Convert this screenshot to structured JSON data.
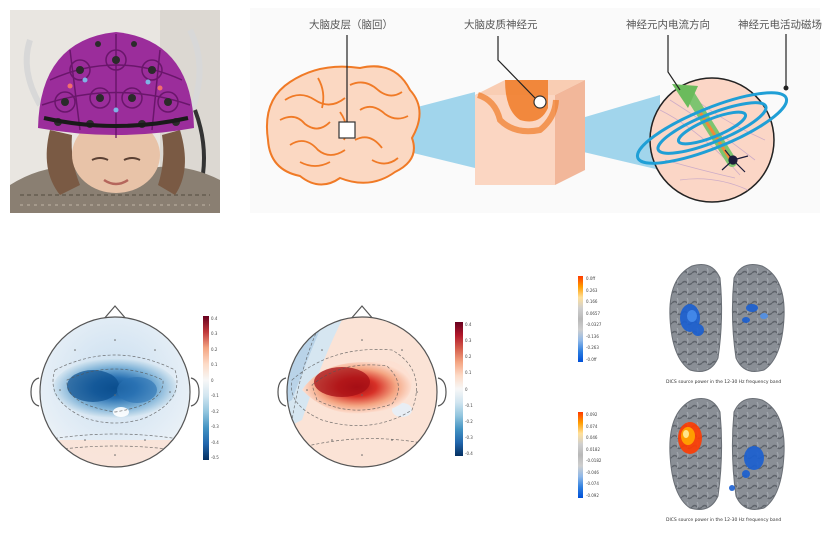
{
  "labels": {
    "cortex": "大脑皮层（脑回）",
    "neurons": "大脑皮质神经元",
    "current": "神经元内电流方向",
    "field": "神经元电活动磁场"
  },
  "colorbars": {
    "left_topo": [
      "0.4",
      "0.3",
      "0.2",
      "0.1",
      "0",
      "-0.1",
      "-0.2",
      "-0.3",
      "-0.4",
      "-0.5"
    ],
    "right_topo": [
      "0.4",
      "0.3",
      "0.2",
      "0.1",
      "0",
      "-0.1",
      "-0.2",
      "-0.3",
      "-0.4"
    ],
    "source_top": [
      "0.0ff",
      "0.263",
      "0.166",
      "0.0657",
      "-0.0327",
      "-0.136",
      "-0.263",
      "-0.0ff"
    ],
    "source_bottom": [
      "0.092",
      "0.074",
      "0.046",
      "0.0182",
      "-0.0182",
      "-0.046",
      "-0.074",
      "-0.092"
    ]
  },
  "captions": {
    "source_top": "DICS source power in the 12-30 Hz frequency band",
    "source_bottom": "DICS source power in the 12-30 Hz frequency band"
  },
  "colors": {
    "cortex_orange": "#f07a26",
    "beam_blue": "#58b7e0",
    "cap_purple": "#9b2d9b",
    "topo_blue": "#2166ac",
    "topo_red": "#b2182b"
  }
}
